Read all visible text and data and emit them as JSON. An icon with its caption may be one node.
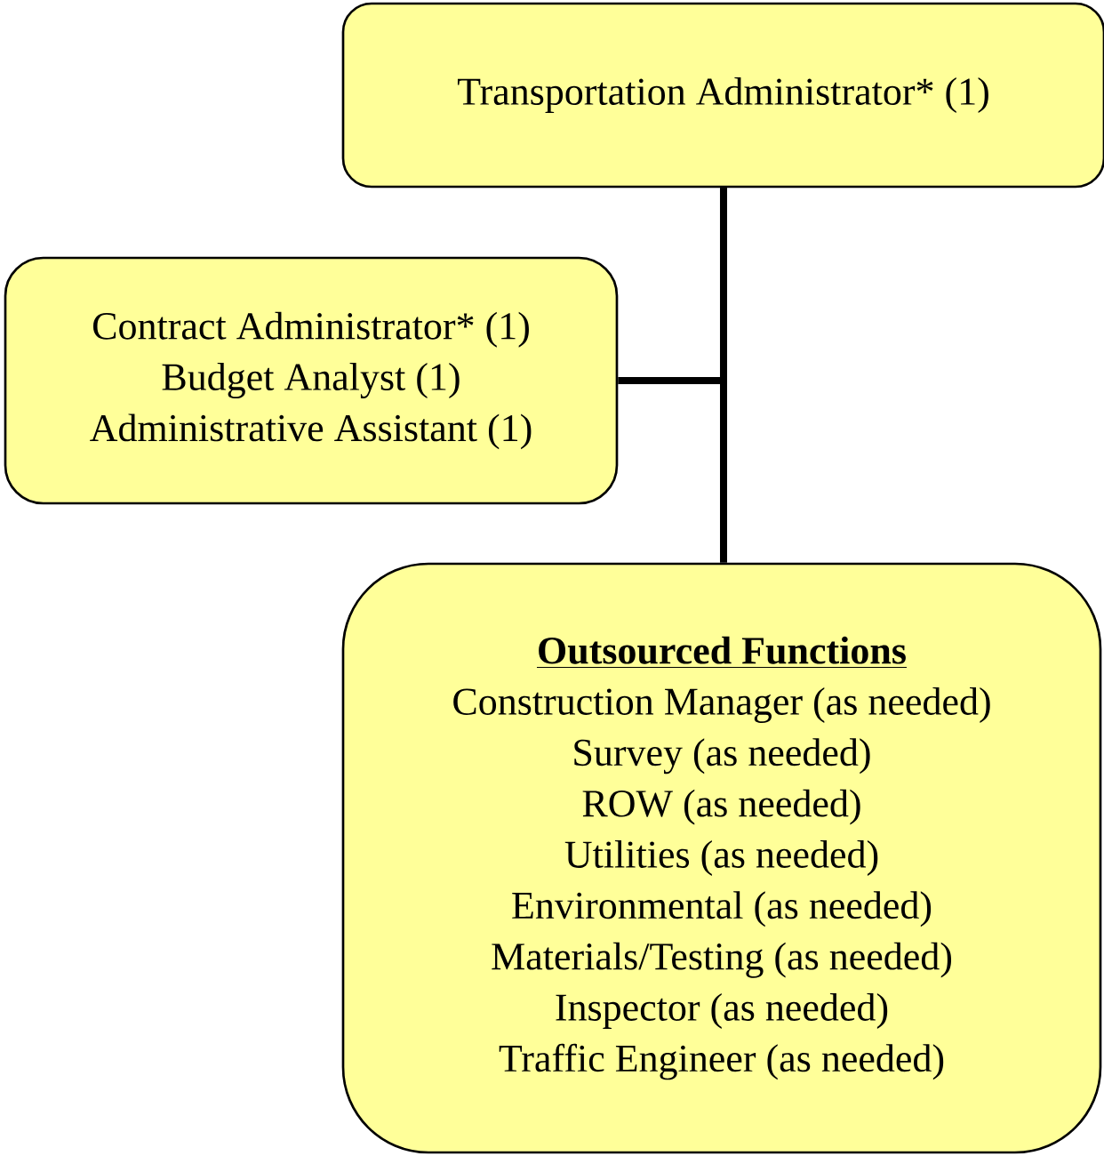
{
  "diagram": {
    "nodes": [
      {
        "text": [
          "Transportation Administrator* (1)"
        ]
      },
      {
        "text": [
          "Contract Administrator* (1)",
          "Budget Analyst (1)",
          "Administrative Assistant (1)"
        ]
      },
      {
        "text": [
          "Outsourced Functions",
          "Construction Manager (as needed)",
          "Survey (as needed)",
          "ROW (as needed)",
          "Utilities (as needed)",
          "Environmental (as needed)",
          "Materials/Testing (as needed)",
          "Inspector (as needed)",
          "Traffic Engineer (as needed)"
        ]
      }
    ],
    "edges": [
      {
        "from": 0,
        "to": 1,
        "arrow": "none"
      },
      {
        "from": 0,
        "to": 2,
        "arrow": "none"
      }
    ]
  }
}
